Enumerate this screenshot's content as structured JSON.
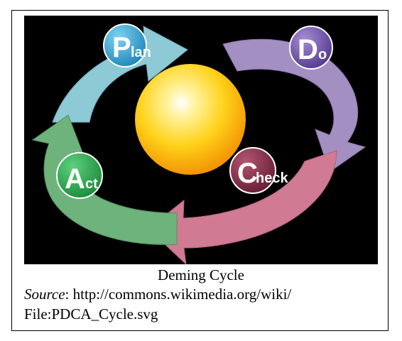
{
  "caption": {
    "title": "Deming Cycle",
    "source_label": "Source",
    "source_sep": ":",
    "source_line1": " http://commons.wikimedia.org/wiki/",
    "source_line2": "File:PDCA_Cycle.svg"
  },
  "diagram": {
    "stages": [
      {
        "id": "plan",
        "initial": "P",
        "rest": "lan",
        "color": "#2a9ac8",
        "arrow_color": "#8ec9d6"
      },
      {
        "id": "do",
        "initial": "D",
        "rest": "o",
        "color": "#6a4fa3",
        "arrow_color": "#a48fc2"
      },
      {
        "id": "check",
        "initial": "C",
        "rest": "heck",
        "color": "#7c2b44",
        "arrow_color": "#d07a93"
      },
      {
        "id": "act",
        "initial": "A",
        "rest": "ct",
        "color": "#27a650",
        "arrow_color": "#6fb37c"
      }
    ],
    "center_color": "#ffd21a",
    "background": "#000000"
  }
}
